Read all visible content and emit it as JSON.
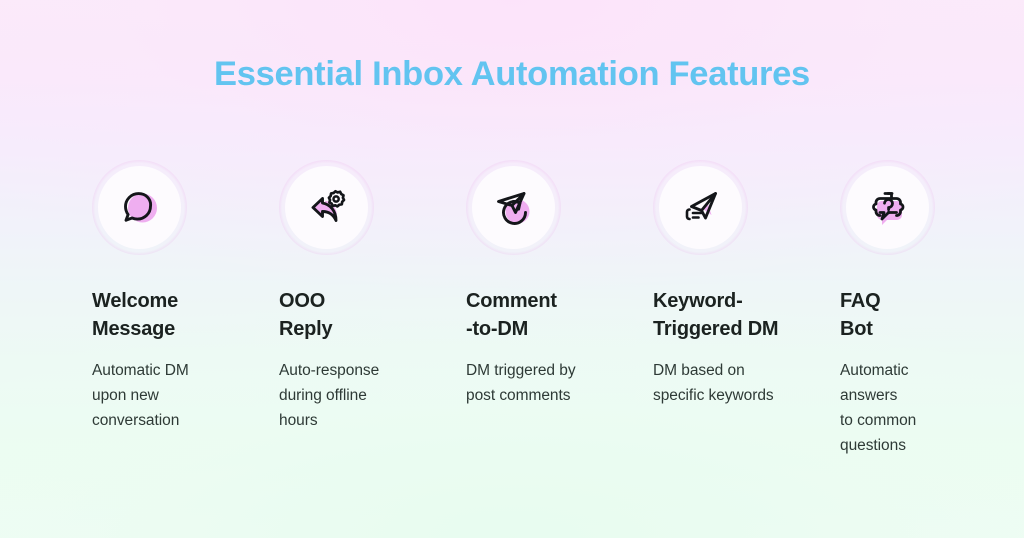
{
  "header": {
    "title": "Essential Inbox Automation Features",
    "title_color": "#62c4f0"
  },
  "theme": {
    "accent_pink": "#efaef0",
    "ring_pink": "#e8a3e6",
    "icon_stroke": "#14161a",
    "heading_color": "#1b2220",
    "body_color": "#2e3a36",
    "bg_top": "#fbeaf9",
    "bg_mid": "#eff4f9",
    "bg_bottom": "#edfdf3"
  },
  "features": [
    {
      "icon": "speech-bubble-icon",
      "heading": "Welcome\nMessage",
      "description": "Automatic DM\nupon new\nconversation"
    },
    {
      "icon": "reply-gear-icon",
      "heading": "OOO\nReply",
      "description": "Auto-response\nduring offline\nhours"
    },
    {
      "icon": "paper-plane-refresh-icon",
      "heading": "Comment\n-to-DM",
      "description": "DM triggered by\npost comments"
    },
    {
      "icon": "paper-plane-keyword-icon",
      "heading": "Keyword-\nTriggered DM",
      "description": "DM based on\nspecific keywords"
    },
    {
      "icon": "bot-question-icon",
      "heading": "FAQ\nBot",
      "description": "Automatic\nanswers\nto common\nquestions"
    }
  ]
}
